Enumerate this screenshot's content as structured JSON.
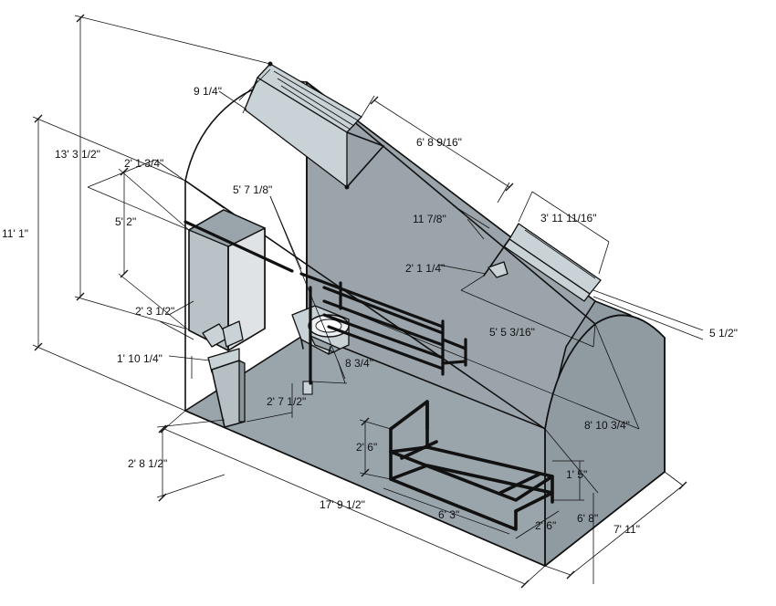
{
  "dimensions": {
    "overall_height": "13' 3 1/2\"",
    "side_height": "11' 1\"",
    "vent_depth": "9 1/4\"",
    "skylight_length": "6' 8 9/16\"",
    "locker_width": "2' 1 3/4\"",
    "locker_height": "5' 2\"",
    "pipe_height": "5' 7 1/8\"",
    "fixture_offset_a": "11 7/8\"",
    "fixture_offset_b": "2' 1 1/4\"",
    "light_length": "3' 11 11/16\"",
    "light_projection": "5 1/2\"",
    "light_position": "5' 5 3/16\"",
    "locker_offset": "2' 3 1/2\"",
    "stool_height": "1' 10 1/4\"",
    "drain_height": "8 3/4\"",
    "fixture_spacing": "2' 7 1/2\"",
    "end_height": "8' 10 3/4\"",
    "bed_height": "2' 6\"",
    "bed_leg": "1' 5\"",
    "bed_length": "6' 3\"",
    "bed_width": "2' 6\"",
    "base_height": "2' 8 1/2\"",
    "cell_length": "17' 9 1/2\"",
    "wall_height": "6' 8\"",
    "cell_width": "7' 11\""
  }
}
